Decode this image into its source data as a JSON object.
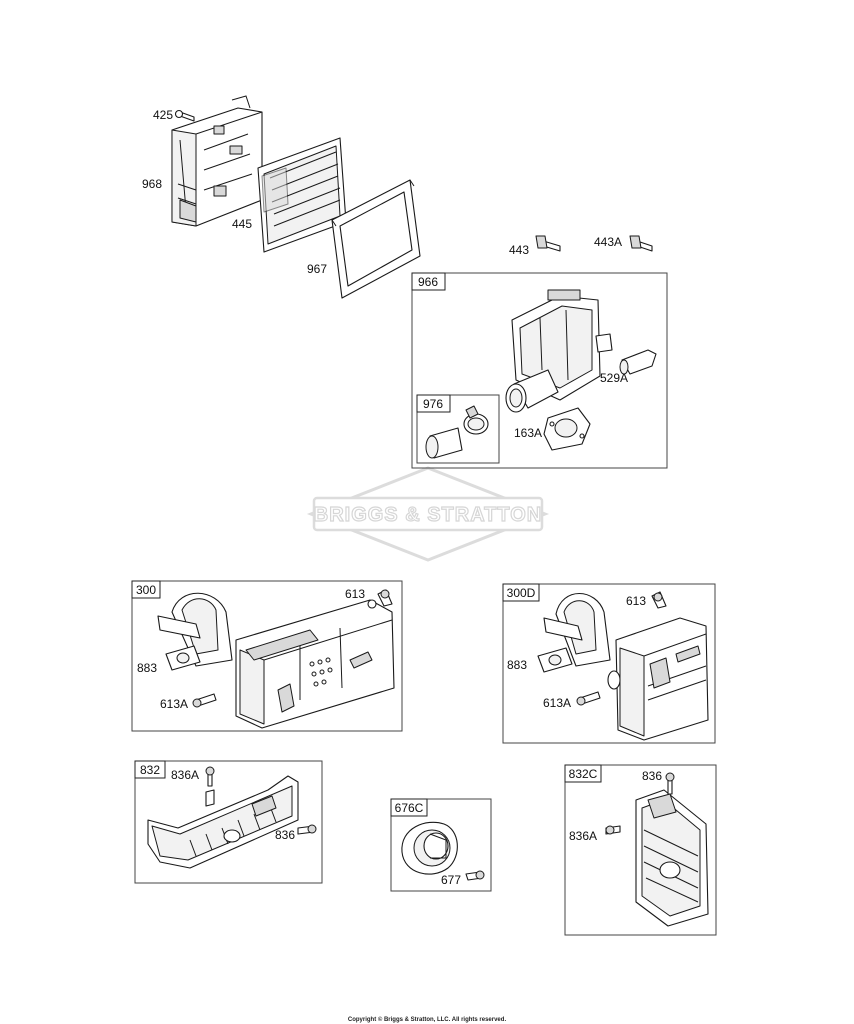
{
  "watermark": {
    "text": "BRIGGS & STRATTON"
  },
  "copyright": "Copyright © Briggs & Stratton, LLC. All rights reserved.",
  "callouts": {
    "p425": "425",
    "p968": "968",
    "p445": "445",
    "p967": "967",
    "p443": "443",
    "p443A": "443A",
    "p529A": "529A",
    "p163A": "163A",
    "p613_a": "613",
    "p883_a": "883",
    "p613A_a": "613A",
    "p613_b": "613",
    "p883_b": "883",
    "p613A_b": "613A",
    "p836A_a": "836A",
    "p836_a": "836",
    "p677": "677",
    "p836_b": "836",
    "p836A_b": "836A"
  },
  "boxes": {
    "b966": "966",
    "b976": "976",
    "b300": "300",
    "b300D": "300D",
    "b832": "832",
    "b676C": "676C",
    "b832C": "832C"
  },
  "colors": {
    "line": "#1a1a1a",
    "frame": "#444444",
    "watermark": "#d6d6d6"
  }
}
